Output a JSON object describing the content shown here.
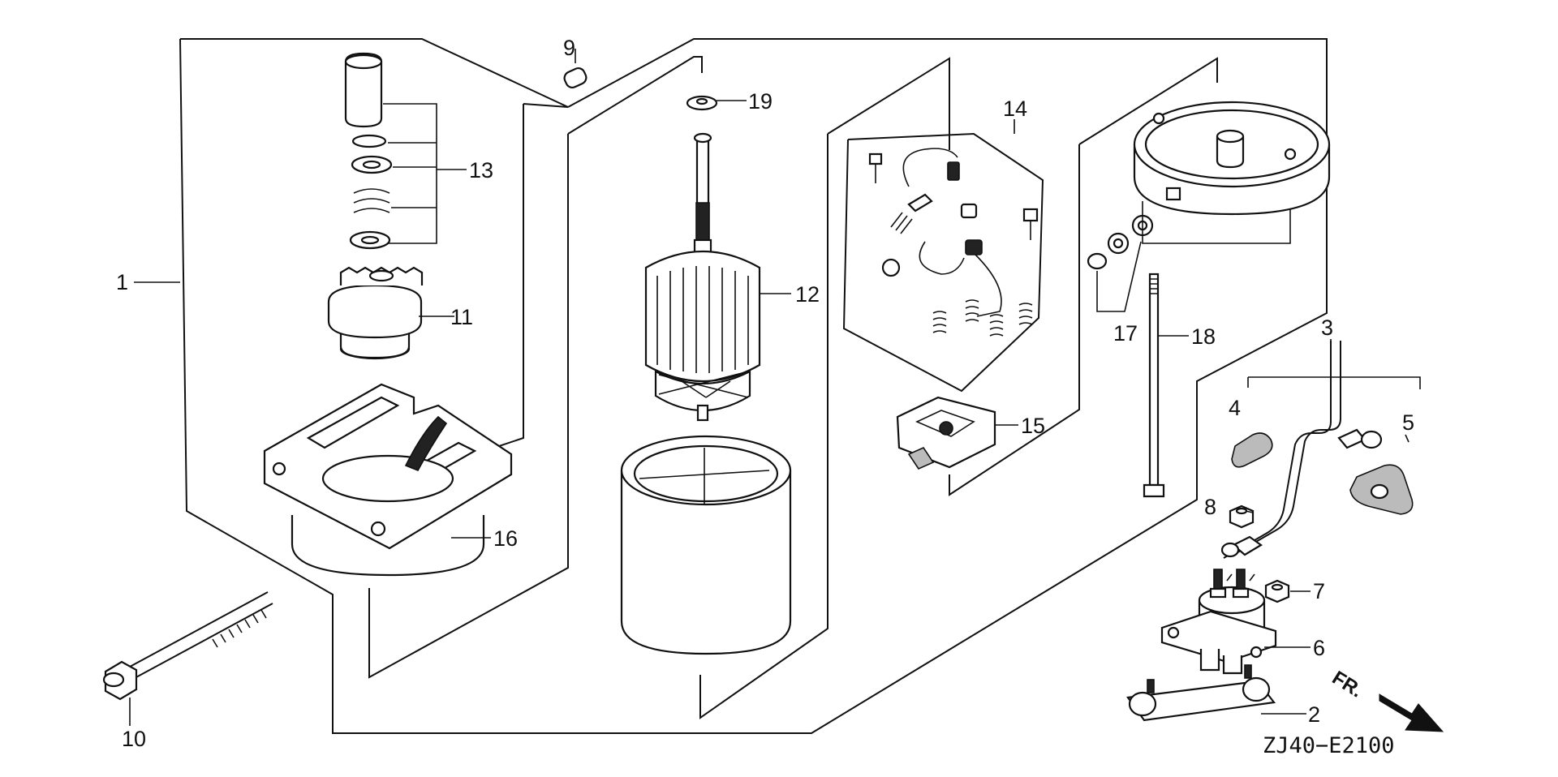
{
  "diagram_code": "ZJ40−E2100",
  "direction_label": "FR.",
  "callouts": {
    "c1": "1",
    "c2": "2",
    "c3": "3",
    "c4": "4",
    "c5": "5",
    "c6": "6",
    "c7": "7",
    "c8": "8",
    "c9": "9",
    "c10": "10",
    "c11": "11",
    "c12": "12",
    "c13": "13",
    "c14": "14",
    "c15": "15",
    "c16": "16",
    "c17": "17",
    "c18": "18",
    "c19": "19"
  }
}
